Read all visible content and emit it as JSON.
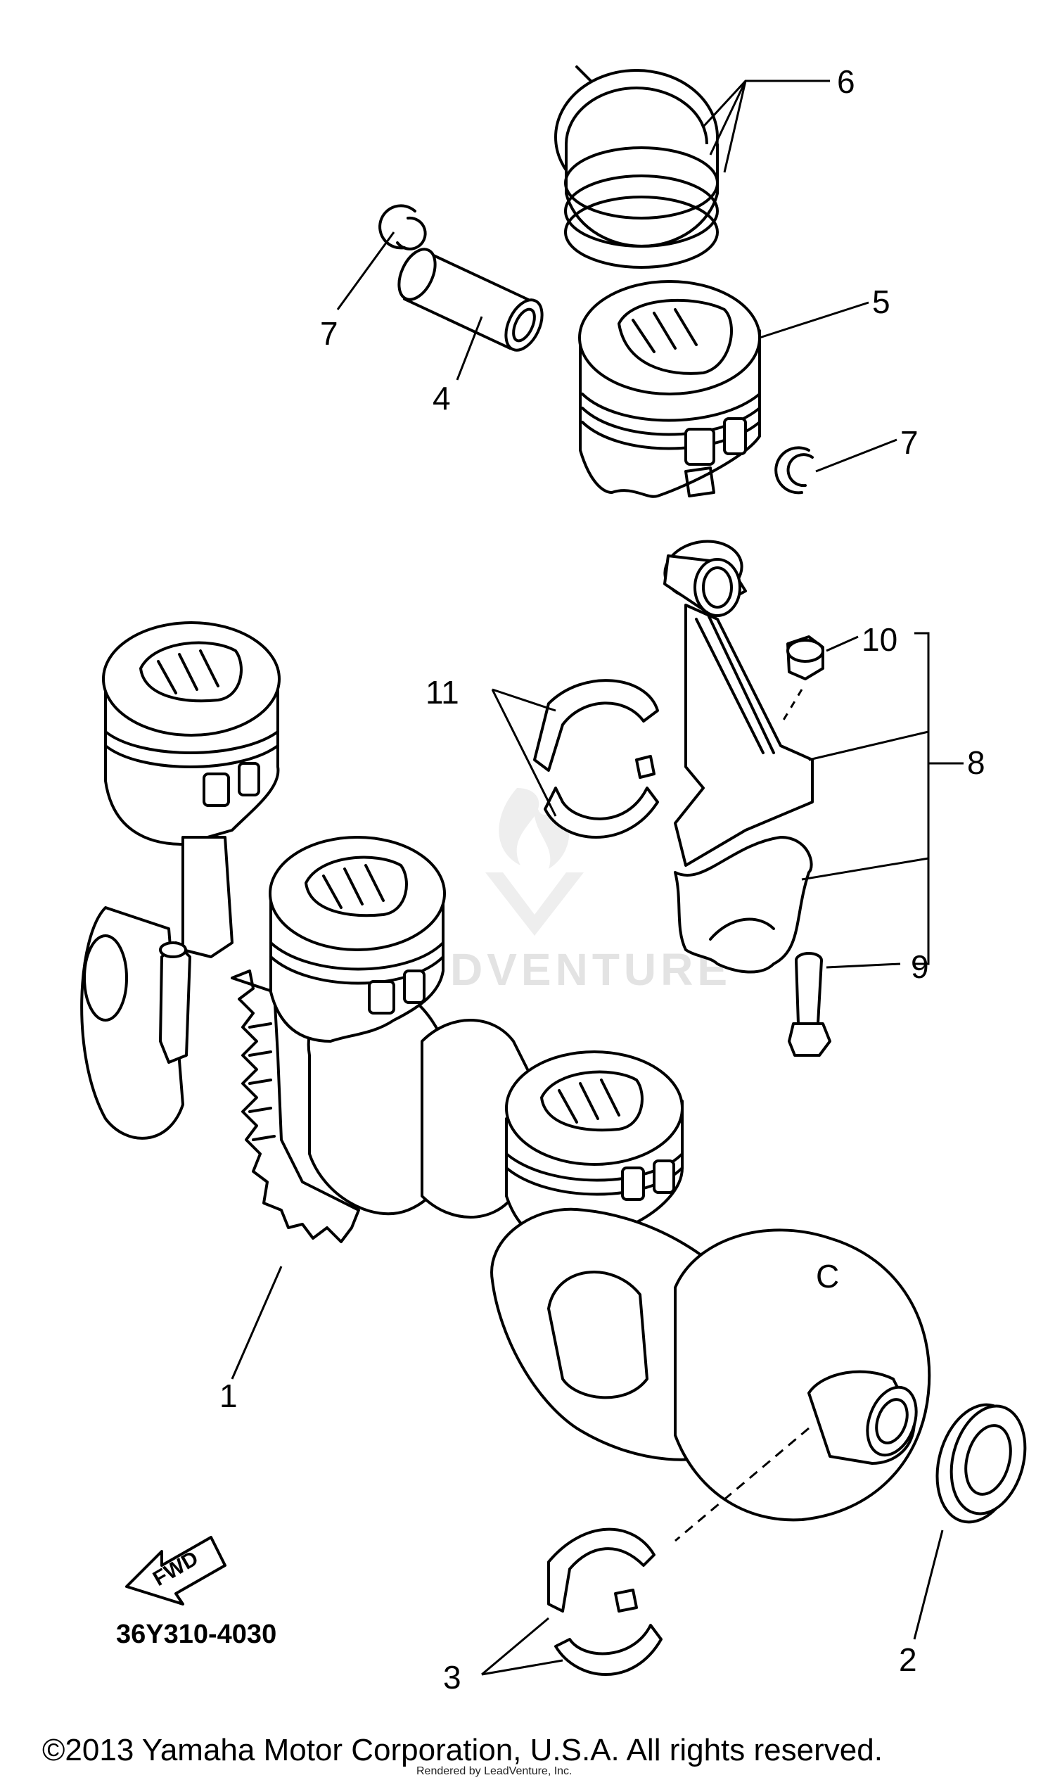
{
  "labels": {
    "p1": "1",
    "p2": "2",
    "p3": "3",
    "p4": "4",
    "p5": "5",
    "p6": "6",
    "p7a": "7",
    "p7b": "7",
    "p8": "8",
    "p9": "9",
    "p10": "10",
    "p11": "11",
    "crank_mark": "C"
  },
  "diagram_code": "36Y310-4030",
  "fwd_label": "FWD",
  "copyright": "©2013 Yamaha Motor Corporation, U.S.A. All rights reserved.",
  "render_note": "Rendered by LeadVenture, Inc.",
  "watermark": "DVENTURE"
}
